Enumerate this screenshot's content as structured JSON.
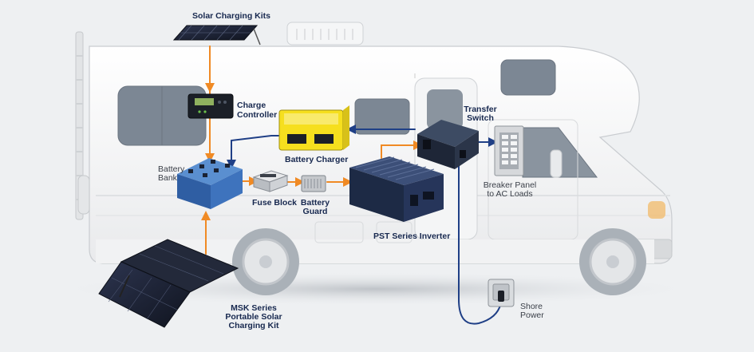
{
  "colors": {
    "ac_line": "#f08a24",
    "dc_line": "#1f3f86",
    "rv_body": "#fbfbfb",
    "background": "#eef0f2"
  },
  "labels": {
    "solar_kits": "Solar Charging Kits",
    "charge_controller_1": "Charge",
    "charge_controller_2": "Controller",
    "battery_charger": "Battery Charger",
    "transfer_switch_1": "Transfer",
    "transfer_switch_2": "Switch",
    "battery_bank_1": "Battery",
    "battery_bank_2": "Bank",
    "fuse_block": "Fuse Block",
    "battery_guard_1": "Battery",
    "battery_guard_2": "Guard",
    "breaker_panel_1": "Breaker Panel",
    "breaker_panel_2": "to AC Loads",
    "inverter": "PST Series Inverter",
    "shore_power_1": "Shore",
    "shore_power_2": "Power",
    "msk_1": "MSK Series",
    "msk_2": "Portable Solar",
    "msk_3": "Charging Kit"
  },
  "icons": {
    "charge_controller": "controller-display-icon",
    "battery_charger": "charger-box-icon",
    "transfer_switch": "switch-box-icon",
    "inverter": "inverter-icon",
    "breaker_panel": "breaker-panel-icon",
    "shore_power": "power-outlet-icon"
  }
}
